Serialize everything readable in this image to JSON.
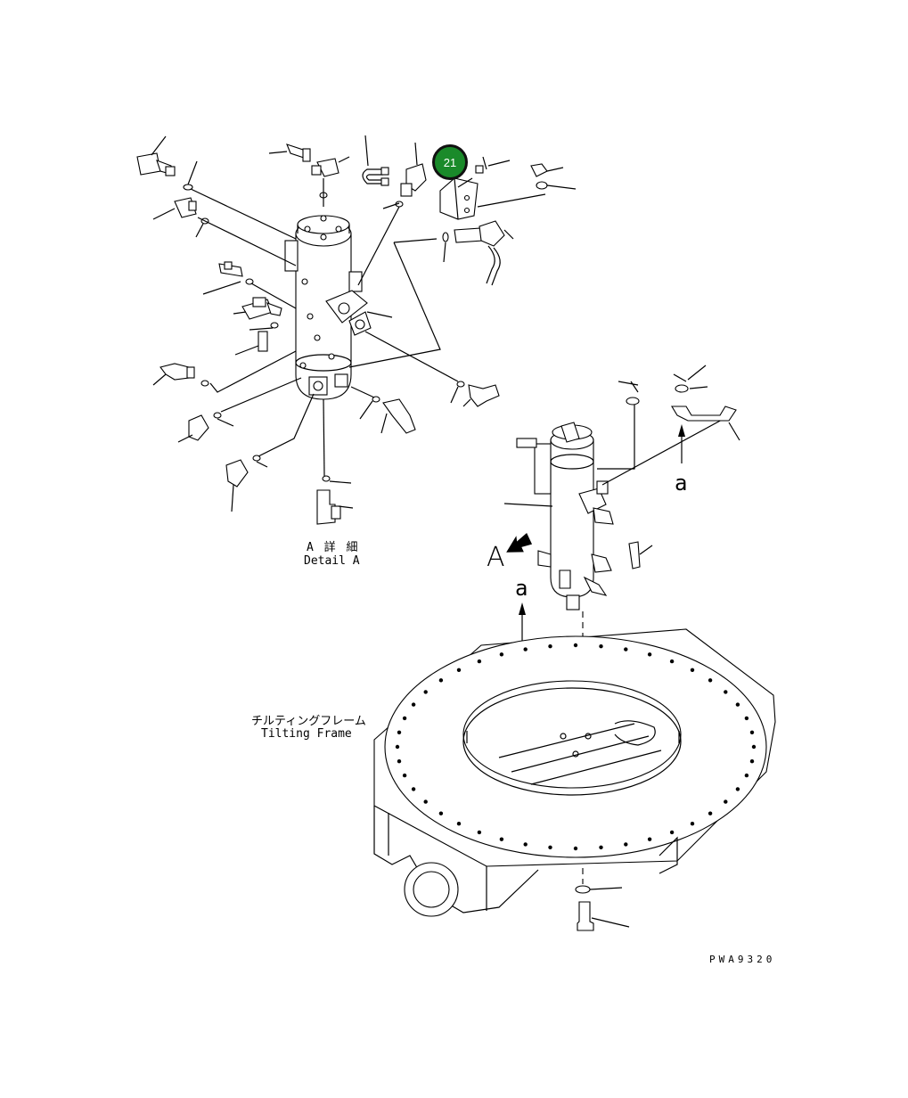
{
  "callout": {
    "number": "21",
    "color": "#1a8a2a"
  },
  "detail_label": {
    "jp": "A 詳 細",
    "en": "Detail A"
  },
  "frame_label": {
    "jp": "チルティングフレーム",
    "en": "Tilting Frame"
  },
  "view_marker": "A",
  "section_marker_left": "a",
  "section_marker_right": "a",
  "drawing_code": "PWA9320"
}
